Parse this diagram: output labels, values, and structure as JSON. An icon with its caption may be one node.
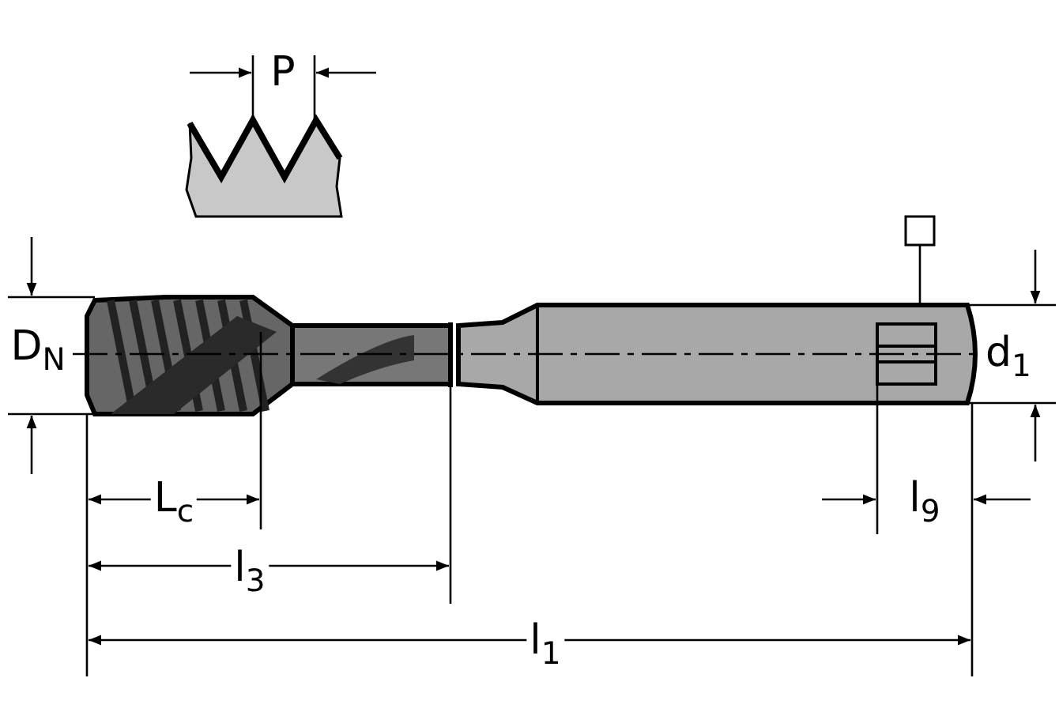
{
  "diagram": {
    "labels": [
      "P",
      "D$_{N}$",
      "d$_{1}$",
      "L$_{c}$",
      "l$_{9}$",
      "l$_{3}$",
      "l$_{1}$"
    ]
  }
}
